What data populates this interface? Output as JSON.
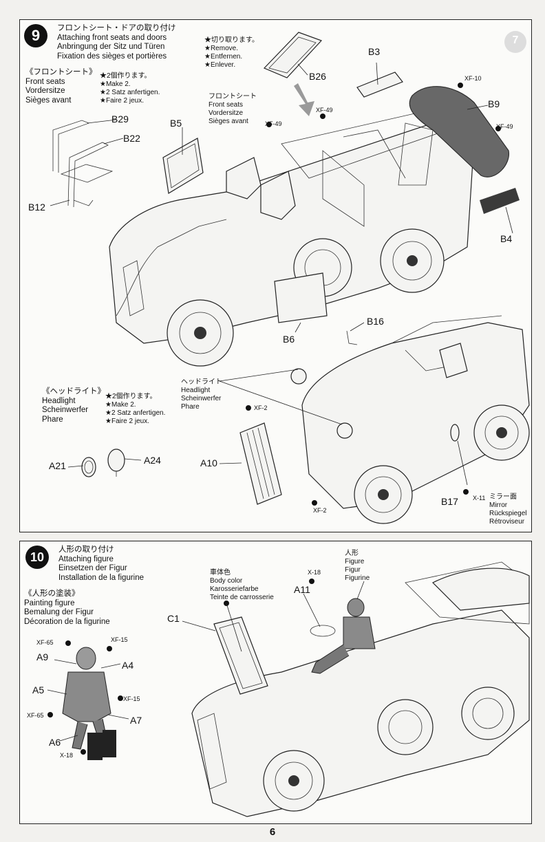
{
  "step9": {
    "number": "9",
    "title": [
      "フロントシート・ドアの取り付け",
      "Attaching front seats and doors",
      "Anbringung der Sitz und Türen",
      "Fixation des sièges et portières"
    ],
    "front_seats_box": {
      "heading": [
        "《フロントシート》",
        "Front seats",
        "Vordersitze",
        "Sièges avant"
      ],
      "notes": [
        "★2個作ります。",
        "★Make 2.",
        "★2 Satz anfertigen.",
        "★Faire 2 jeux."
      ]
    },
    "remove_note": [
      "★切り取ります。",
      "★Remove.",
      "★Entfernen.",
      "★Enlever."
    ],
    "front_seats_callout": [
      "フロントシート",
      "Front seats",
      "Vordersitze",
      "Sièges avant"
    ],
    "headlight_box": {
      "heading": [
        "《ヘッドライト》",
        "Headlight",
        "Scheinwerfer",
        "Phare"
      ],
      "notes": [
        "★2個作ります。",
        "★Make 2.",
        "★2 Satz anfertigen.",
        "★Faire 2 jeux."
      ]
    },
    "headlight_callout": [
      "ヘッドライト",
      "Headlight",
      "Scheinwerfer",
      "Phare"
    ],
    "mirror_callout": [
      "ミラー面",
      "Mirror",
      "Rückspiegel",
      "Rétroviseur"
    ],
    "parts": {
      "b29": "B29",
      "b22": "B22",
      "b12": "B12",
      "b5": "B5",
      "b26": "B26",
      "b3": "B3",
      "b9": "B9",
      "b4": "B4",
      "b6": "B6",
      "b16": "B16",
      "b17": "B17",
      "a10": "A10",
      "a21": "A21",
      "a24": "A24"
    },
    "colors": {
      "xf49a": "XF-49",
      "xf49b": "XF-49",
      "xf49c": "XF-49",
      "xf10": "XF-10",
      "xf2a": "XF-2",
      "xf2b": "XF-2",
      "x11": "X-11"
    }
  },
  "step10": {
    "number": "10",
    "title": [
      "人形の取り付け",
      "Attaching figure",
      "Einsetzen der Figur",
      "Installation de la figurine"
    ],
    "painting_box": {
      "heading": [
        "《人形の塗装》",
        "Painting figure",
        "Bemalung der Figur",
        "Décoration de la figurine"
      ]
    },
    "body_color_callout": [
      "車体色",
      "Body color",
      "Karosseriefarbe",
      "Teinte de carrosserie"
    ],
    "figure_callout": [
      "人形",
      "Figure",
      "Figur",
      "Figurine"
    ],
    "parts": {
      "a9": "A9",
      "a4": "A4",
      "a5": "A5",
      "a7": "A7",
      "a6": "A6",
      "c1": "C1",
      "a11": "A11"
    },
    "colors": {
      "xf65a": "XF-65",
      "xf65b": "XF-65",
      "xf15a": "XF-15",
      "xf15b": "XF-15",
      "x18a": "X-18",
      "x18b": "X-18"
    }
  },
  "page": {
    "number": "6",
    "corner_badge": "7"
  }
}
